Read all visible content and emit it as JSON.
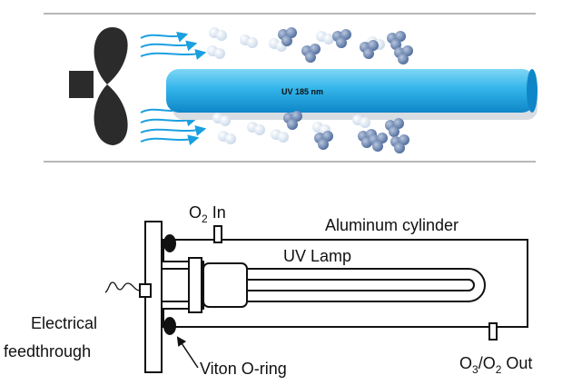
{
  "top_panel": {
    "lamp_label": "UV 185 nm",
    "colors": {
      "tube_line": "#b8b8b8",
      "fan": "#2b2b2b",
      "airflow": "#1aa0e0",
      "lamp_light": "#7fd6f6",
      "lamp_mid": "#33b5ea",
      "lamp_dark": "#0f86c8",
      "o2_molecule": "#c9d8ea",
      "o3_molecule": "#4d6a9a"
    }
  },
  "bottom_panel": {
    "labels": {
      "o2_in_main": "O",
      "o2_in_sub": "2",
      "o2_in_suffix": " In",
      "cylinder": "Aluminum cylinder",
      "lamp": "UV Lamp",
      "feedthrough_line1": "Electrical",
      "feedthrough_line2": "feedthrough",
      "oring": "Viton O-ring",
      "out_o3": "O",
      "out_sub1": "3",
      "out_slash": "/O",
      "out_sub2": "2",
      "out_suffix": " Out"
    }
  }
}
